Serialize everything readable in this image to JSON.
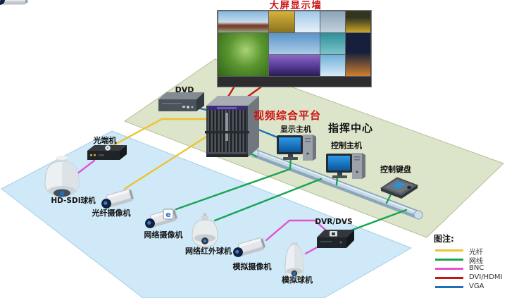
{
  "titles": {
    "wall": "大屏显示墙",
    "platform": "视频综合平台",
    "command_center": "指挥中心"
  },
  "devices": {
    "dvd": {
      "label": "DVD"
    },
    "optical": {
      "label": "光端机"
    },
    "hdsdi_dome": {
      "label": "HD-SDI球机"
    },
    "fiber_cam": {
      "label": "光纤摄像机"
    },
    "net_cam": {
      "label": "网络摄像机",
      "badge": "e"
    },
    "net_ir_dome": {
      "label": "网络红外球机"
    },
    "analog_cam": {
      "label": "模拟摄像机"
    },
    "analog_dome": {
      "label": "模拟球机"
    },
    "dvr": {
      "label": "DVR/DVS"
    },
    "display_host": {
      "label": "显示主机"
    },
    "control_host": {
      "label": "控制主机"
    },
    "control_kb": {
      "label": "控制键盘"
    }
  },
  "legend": {
    "title": "图注:",
    "items": [
      {
        "label": "光纤",
        "color": "#edc32f"
      },
      {
        "label": "网线",
        "color": "#16a452"
      },
      {
        "label": "BNC",
        "color": "#e352d2"
      },
      {
        "label": "DVI/HDMI",
        "color": "#c41616"
      },
      {
        "label": "VGA",
        "color": "#1e6fb8"
      }
    ]
  },
  "colors": {
    "label_red": "#cc1111",
    "plane_command": "#dce4c9",
    "plane_field": "#cfe9f8",
    "cable_fiber": "#edc32f",
    "cable_lan": "#16a452",
    "cable_bnc": "#e352d2",
    "cable_dvi_hdmi": "#c41616",
    "cable_vga": "#1e6fb8"
  }
}
